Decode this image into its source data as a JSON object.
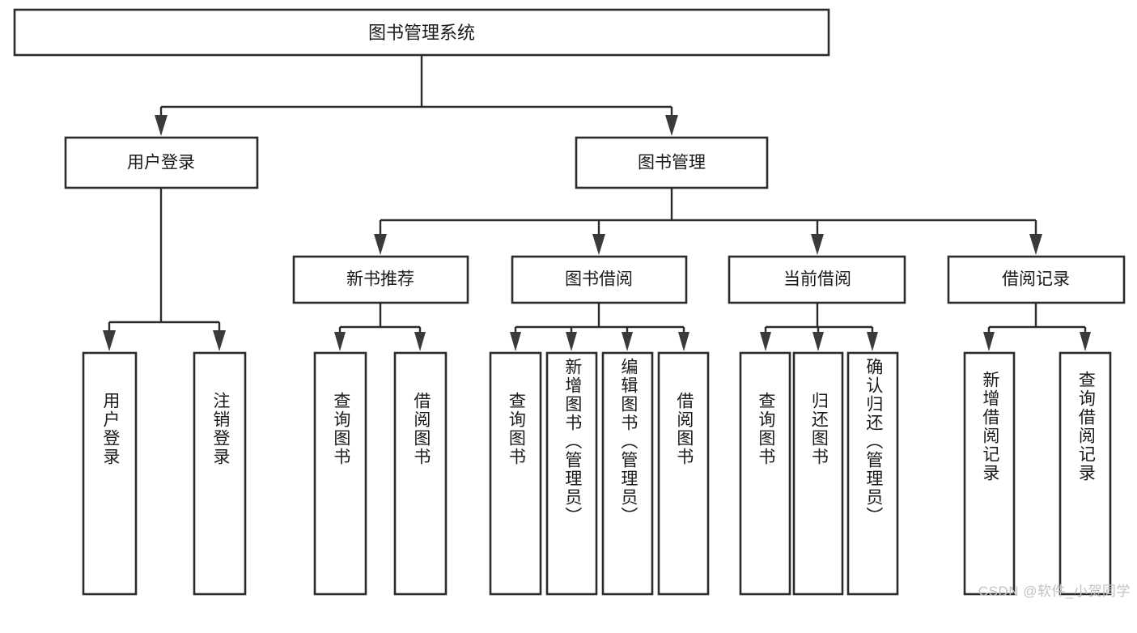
{
  "diagram": {
    "type": "tree",
    "title": "图书管理系统",
    "watermark": "CSDN @软件_小贺同学",
    "root": {
      "id": "root",
      "label": "图书管理系统"
    },
    "level1": [
      {
        "id": "user-login",
        "label": "用户登录"
      },
      {
        "id": "book-management",
        "label": "图书管理"
      }
    ],
    "level2": [
      {
        "id": "new-book-recommend",
        "label": "新书推荐",
        "parent": "book-management"
      },
      {
        "id": "book-borrow",
        "label": "图书借阅",
        "parent": "book-management"
      },
      {
        "id": "current-borrow",
        "label": "当前借阅",
        "parent": "book-management"
      },
      {
        "id": "borrow-record",
        "label": "借阅记录",
        "parent": "book-management"
      }
    ],
    "leaves": [
      {
        "id": "leaf-user-login",
        "label": "用户登录",
        "parent": "user-login"
      },
      {
        "id": "leaf-logout",
        "label": "注销登录",
        "parent": "user-login"
      },
      {
        "id": "leaf-query-book-1",
        "label": "查询图书",
        "parent": "new-book-recommend"
      },
      {
        "id": "leaf-borrow-book-1",
        "label": "借阅图书",
        "parent": "new-book-recommend"
      },
      {
        "id": "leaf-query-book-2",
        "label": "查询图书",
        "parent": "book-borrow"
      },
      {
        "id": "leaf-add-book",
        "label": "新增图书（管理员）",
        "parent": "book-borrow"
      },
      {
        "id": "leaf-edit-book",
        "label": "编辑图书（管理员）",
        "parent": "book-borrow"
      },
      {
        "id": "leaf-borrow-book-2",
        "label": "借阅图书",
        "parent": "book-borrow"
      },
      {
        "id": "leaf-query-book-3",
        "label": "查询图书",
        "parent": "current-borrow"
      },
      {
        "id": "leaf-return-book",
        "label": "归还图书",
        "parent": "current-borrow"
      },
      {
        "id": "leaf-confirm-return",
        "label": "确认归还（管理员）",
        "parent": "current-borrow"
      },
      {
        "id": "leaf-add-record",
        "label": "新增借阅记录",
        "parent": "borrow-record"
      },
      {
        "id": "leaf-query-record",
        "label": "查询借阅记录",
        "parent": "borrow-record"
      }
    ],
    "colors": {
      "stroke": "#2b2b2b",
      "fill": "#ffffff",
      "text": "#1a1a1a",
      "watermark": "#c3c3c3"
    }
  }
}
